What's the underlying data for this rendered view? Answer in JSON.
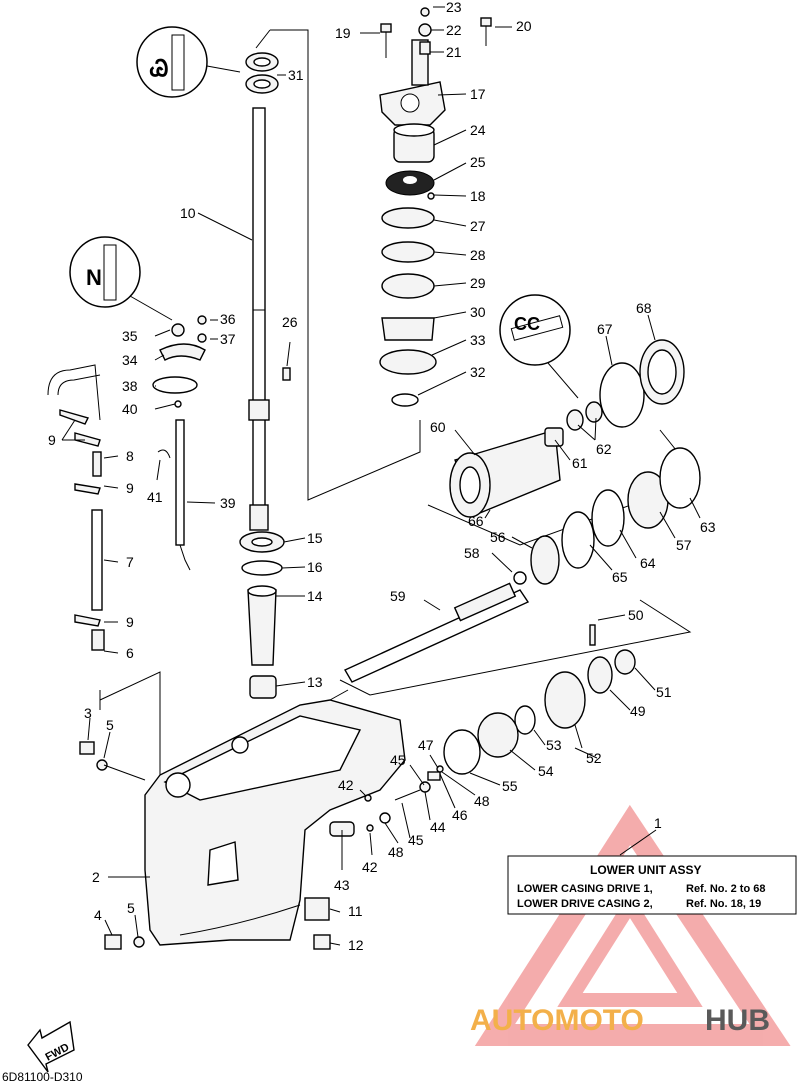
{
  "callouts": {
    "c1": "1",
    "c2": "2",
    "c3": "3",
    "c4": "4",
    "c5a": "5",
    "c5b": "5",
    "c6": "6",
    "c7": "7",
    "c8": "8",
    "c9a": "9",
    "c9b": "9",
    "c9c": "9",
    "c10": "10",
    "c11": "11",
    "c12": "12",
    "c13": "13",
    "c14": "14",
    "c15": "15",
    "c16": "16",
    "c17": "17",
    "c18": "18",
    "c19": "19",
    "c20": "20",
    "c21": "21",
    "c22": "22",
    "c23": "23",
    "c24": "24",
    "c25": "25",
    "c26": "26",
    "c27": "27",
    "c28": "28",
    "c29": "29",
    "c30": "30",
    "c31": "31",
    "c32": "32",
    "c33": "33",
    "c34": "34",
    "c35": "35",
    "c36": "36",
    "c37": "37",
    "c38": "38",
    "c39": "39",
    "c40": "40",
    "c41": "41",
    "c42a": "42",
    "c42b": "42",
    "c43": "43",
    "c44": "44",
    "c45a": "45",
    "c45b": "45",
    "c46": "46",
    "c47": "47",
    "c48a": "48",
    "c48b": "48",
    "c49": "49",
    "c50": "50",
    "c51": "51",
    "c53": "53",
    "c52": "52",
    "c54": "54",
    "c55": "55",
    "c56": "56",
    "c57": "57",
    "c58": "58",
    "c59": "59",
    "c60": "60",
    "c61": "61",
    "c62": "62",
    "c63": "63",
    "c64": "64",
    "c65": "65",
    "c66": "66",
    "c67": "67",
    "c68": "68"
  },
  "legend_box": {
    "title": "LOWER UNIT ASSY",
    "row1_left": "LOWER CASING DRIVE 1,",
    "row1_right": "Ref. No. 2 to 68",
    "row2_left": "LOWER DRIVE CASING 2,",
    "row2_right": "Ref. No. 18, 19"
  },
  "fwd_label": "FWD",
  "drawing_code": "6D81100-D310",
  "watermark": {
    "part1": "AUTOMOTO",
    "part2": "HUB",
    "accent": "#f3b04a",
    "dark": "#5a5a5a",
    "triangle": "#e84a4a"
  },
  "icons": {
    "lubricant_a": "grease-symbol-icon",
    "lubricant_b": "grease-symbol-icon",
    "loctite": "loctite-symbol-icon"
  }
}
